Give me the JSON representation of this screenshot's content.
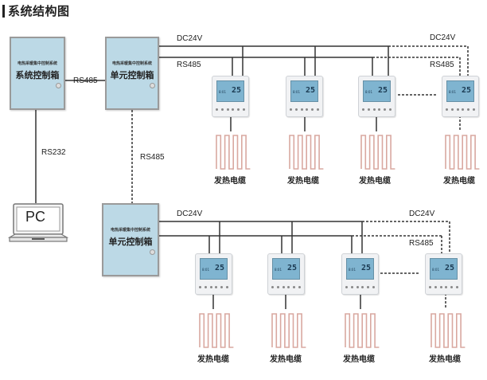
{
  "title": "系统结构图",
  "system_box": {
    "subtitle": "电热采暖集中控制系统",
    "label": "系统控制箱"
  },
  "unit_boxes": [
    {
      "subtitle": "电热采暖集中控制系统",
      "label": "单元控制箱"
    },
    {
      "subtitle": "电热采暖集中控制系统",
      "label": "单元控制箱"
    }
  ],
  "pc": {
    "label": "PC"
  },
  "links": {
    "system_to_unit": "RS485",
    "system_to_pc": "RS232",
    "unit_to_unit": "RS485"
  },
  "groups": [
    {
      "power_label": "DC24V",
      "bus_label": "RS485",
      "power_label_far": "DC24V",
      "bus_label_far": "RS485",
      "thermostats": [
        {
          "display_temp": "25",
          "cable_label": "发热电缆"
        },
        {
          "display_temp": "25",
          "cable_label": "发热电缆"
        },
        {
          "display_temp": "25",
          "cable_label": "发热电缆"
        },
        {
          "display_temp": "25",
          "cable_label": "发热电缆"
        }
      ]
    },
    {
      "power_label": "DC24V",
      "power_label_far": "DC24V",
      "bus_label_far": "RS485",
      "thermostats": [
        {
          "display_temp": "25",
          "cable_label": "发热电缆"
        },
        {
          "display_temp": "25",
          "cable_label": "发热电缆"
        },
        {
          "display_temp": "25",
          "cable_label": "发热电缆"
        },
        {
          "display_temp": "25",
          "cable_label": "发热电缆"
        }
      ]
    }
  ],
  "colors": {
    "box_fill": "#bcd9e6",
    "line": "#333333",
    "cable": "#d9a8a0",
    "screen": "#7fb4d0"
  }
}
